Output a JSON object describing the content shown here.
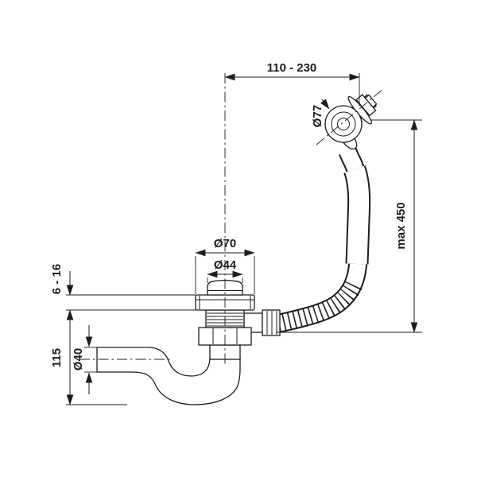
{
  "meta": {
    "background_color": "#ffffff",
    "line_color": "#1d1d1b",
    "drawing_type": "bath waste-overflow siphon dimensional drawing"
  },
  "drawing": {
    "labels": {
      "span_top": "110 - 230",
      "overflow_head_diameter": "Ø77",
      "max_hose_height": "max 450",
      "flange_diameter": "Ø70",
      "plug_diameter": "Ø44",
      "mounting_thickness": "6 - 16",
      "trap_height": "115",
      "outlet_pipe_diameter": "Ø40"
    }
  }
}
